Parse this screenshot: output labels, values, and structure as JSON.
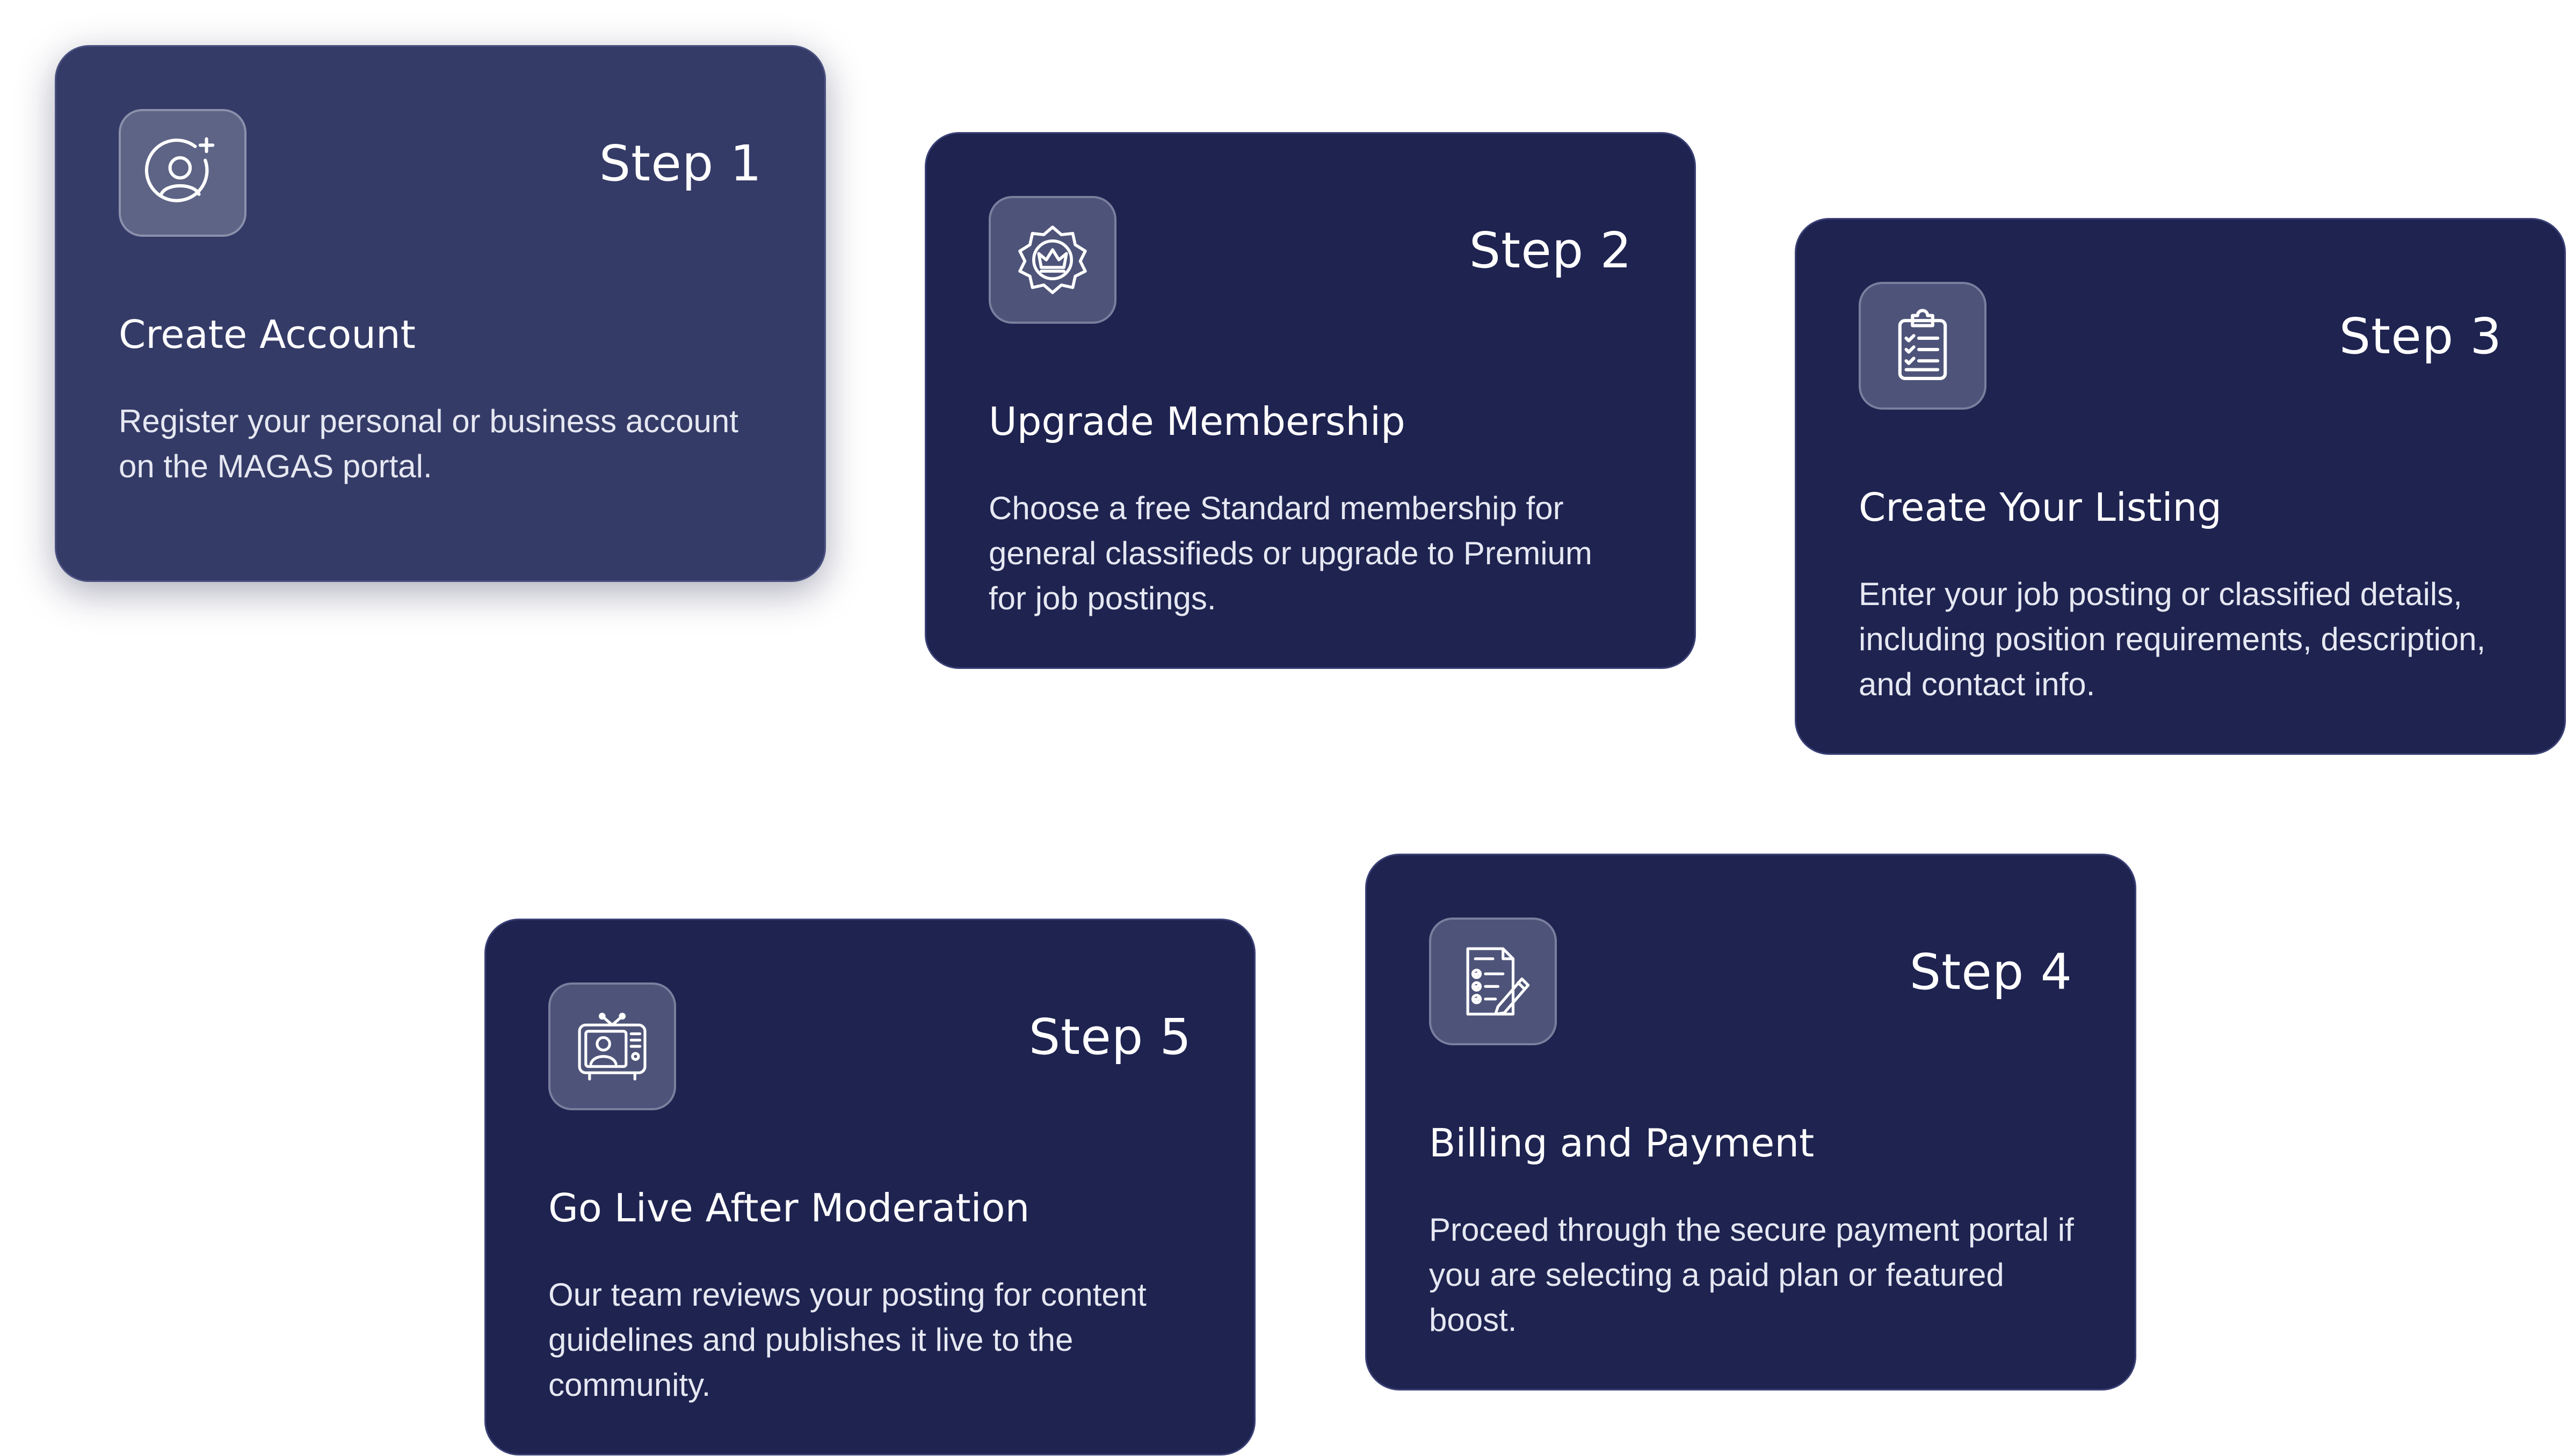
{
  "cards": [
    {
      "step": "Step 1",
      "title": "Create Account",
      "description": "Register your personal or business account on the MAGAS portal.",
      "icon": "add-user-icon"
    },
    {
      "step": "Step 2",
      "title": "Upgrade Membership",
      "description": "Choose a free Standard membership for general classifieds or upgrade to Premium for job postings.",
      "icon": "crown-badge-icon"
    },
    {
      "step": "Step 3",
      "title": "Create Your Listing",
      "description": "Enter your job posting or classified details, including position requirements, description, and contact info.",
      "icon": "clipboard-checklist-icon"
    },
    {
      "step": "Step 4",
      "title": "Billing and Payment",
      "description": "Proceed through the secure payment portal if you are selecting a paid plan or featured boost.",
      "icon": "invoice-pen-icon"
    },
    {
      "step": "Step 5",
      "title": "Go Live After Moderation",
      "description": "Our team reviews your posting for content guidelines and publishes it live to the community.",
      "icon": "tv-broadcast-icon"
    }
  ],
  "colors": {
    "card_background": "#1e2350",
    "faded_card_background": "#353b67",
    "text": "#ffffff"
  }
}
